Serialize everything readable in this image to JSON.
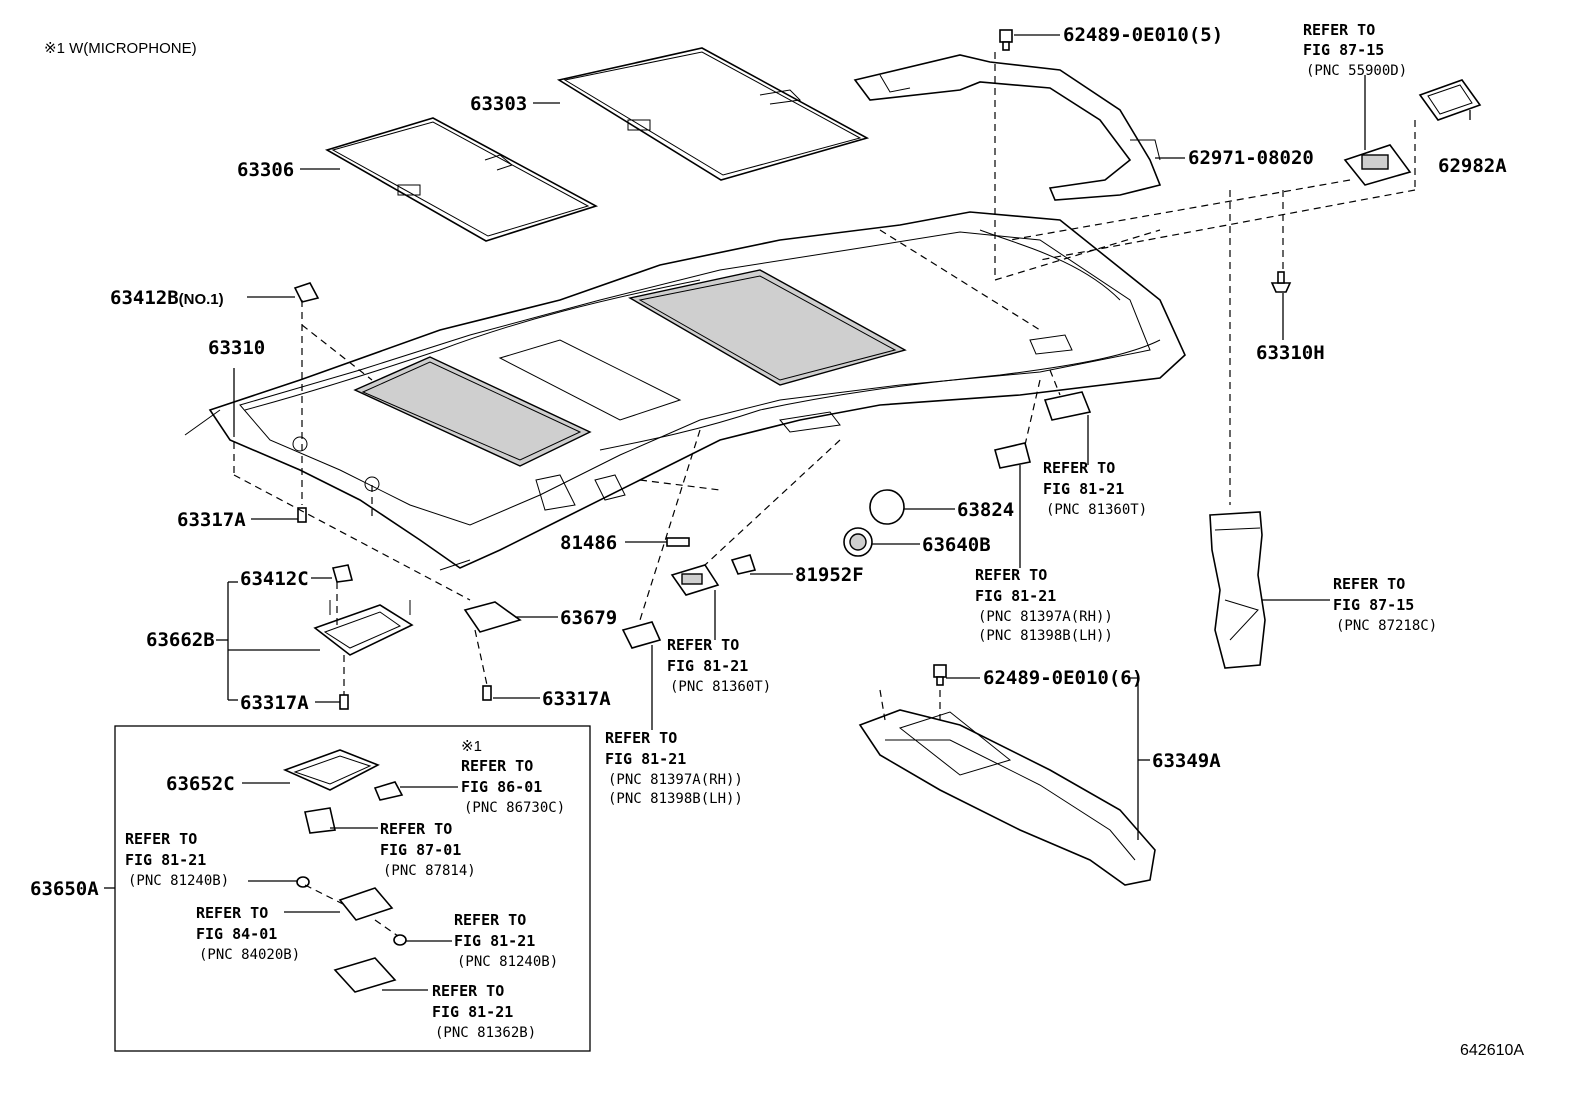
{
  "note": "※1 W(MICROPHONE)",
  "figure_id": "642610A",
  "refer_word": "REFER TO",
  "parts": {
    "p62489_5": "62489-0E010(5)",
    "p62489_6": "62489-0E010(6)",
    "p62971": "62971-08020",
    "p62982A": "62982A",
    "p63303": "63303",
    "p63306": "63306",
    "p63310": "63310",
    "p63310H": "63310H",
    "p63412B": "63412B",
    "p63412B_suffix": "(NO.1)",
    "p63317A_1": "63317A",
    "p63317A_2": "63317A",
    "p63317A_3": "63317A",
    "p63412C": "63412C",
    "p63662B": "63662B",
    "p63679": "63679",
    "p81486": "81486",
    "p81952F": "81952F",
    "p63824": "63824",
    "p63640B": "63640B",
    "p63349A": "63349A",
    "p63652C": "63652C",
    "p63650A": "63650A"
  },
  "refs": {
    "r1": {
      "fig": "FIG 87-15",
      "pnc": "(PNC 55900D)"
    },
    "r2": {
      "fig": "FIG 81-21",
      "pnc": "(PNC 81360T)"
    },
    "r3": {
      "fig": "FIG 81-21",
      "pnc1": "(PNC 81397A(RH))",
      "pnc2": "(PNC 81398B(LH))"
    },
    "r4": {
      "fig": "FIG 87-15",
      "pnc": "(PNC 87218C)"
    },
    "r5": {
      "fig": "FIG 81-21",
      "pnc": "(PNC 81360T)"
    },
    "r6": {
      "fig": "FIG 81-21",
      "pnc1": "(PNC 81397A(RH))",
      "pnc2": "(PNC 81398B(LH))"
    },
    "r7": {
      "mark": "※1",
      "fig": "FIG 86-01",
      "pnc": "(PNC 86730C)"
    },
    "r8": {
      "fig": "FIG 87-01",
      "pnc": "(PNC 87814)"
    },
    "r9": {
      "fig": "FIG 81-21",
      "pnc": "(PNC 81240B)"
    },
    "r10": {
      "fig": "FIG 84-01",
      "pnc": "(PNC 84020B)"
    },
    "r11": {
      "fig": "FIG 81-21",
      "pnc": "(PNC 81240B)"
    },
    "r12": {
      "fig": "FIG 81-21",
      "pnc": "(PNC 81362B)"
    }
  }
}
